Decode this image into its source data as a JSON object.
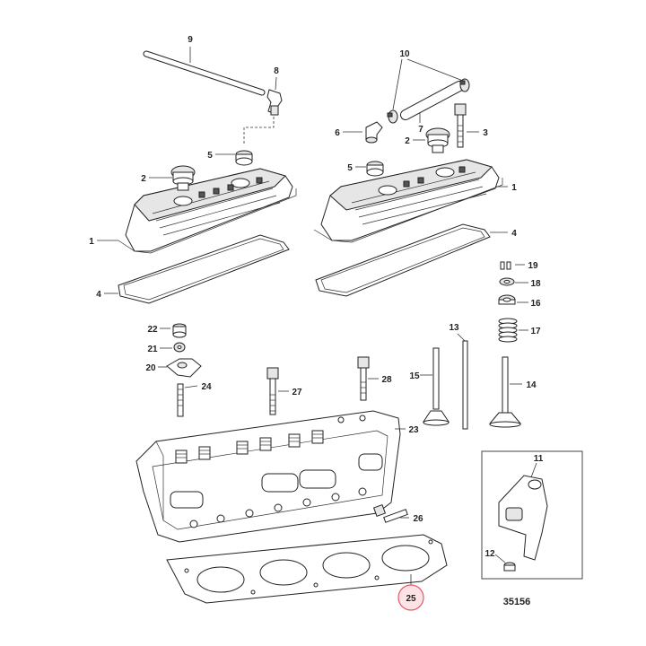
{
  "diagram": {
    "reference_number": "35156",
    "callouts": {
      "c9": "9",
      "c8": "8",
      "c10": "10",
      "c7": "7",
      "c6": "6",
      "c3": "3",
      "c2a": "2",
      "c2b": "2",
      "c5a": "5",
      "c5b": "5",
      "c1a": "1",
      "c1b": "1",
      "c4a": "4",
      "c4b": "4",
      "c19": "19",
      "c18": "18",
      "c16": "16",
      "c17": "17",
      "c22": "22",
      "c21": "21",
      "c20": "20",
      "c24": "24",
      "c27": "27",
      "c28": "28",
      "c13": "13",
      "c15": "15",
      "c14": "14",
      "c23": "23",
      "c11": "11",
      "c26": "26",
      "c12": "12",
      "c25": "25"
    },
    "highlighted_callout": "25",
    "colors": {
      "highlight_fill": "#fde3e5",
      "highlight_stroke": "#e35a66",
      "line": "#222222"
    }
  }
}
